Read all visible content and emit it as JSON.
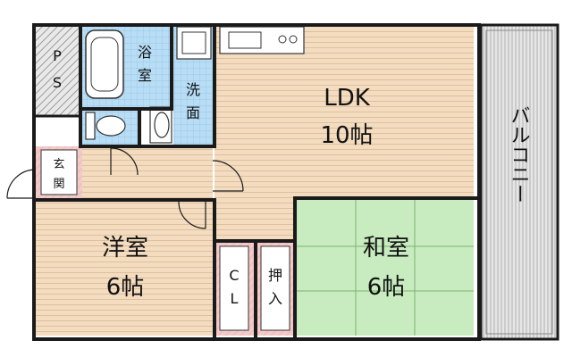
{
  "rooms": {
    "ps": {
      "label_1": "P",
      "label_2": "S"
    },
    "bath": {
      "label_1": "浴",
      "label_2": "室"
    },
    "washroom": {
      "label_1": "洗",
      "label_2": "面"
    },
    "ldk": {
      "name": "LDK",
      "size": "10帖"
    },
    "balcony": {
      "label": "バルコニー"
    },
    "entrance": {
      "label_1": "玄",
      "label_2": "関"
    },
    "western_room": {
      "name": "洋室",
      "size": "6帖"
    },
    "closet": {
      "label_1": "C",
      "label_2": "L"
    },
    "oshiire": {
      "label_1": "押",
      "label_2": "入"
    },
    "japanese_room": {
      "name": "和室",
      "size": "6帖"
    }
  },
  "colors": {
    "wall": "#1a1a1a",
    "ldk_floor": "#f3dcc0",
    "western_floor": "#f3dcc0",
    "tatami": "#c8ecc0",
    "wet_area": "#b8ddf4",
    "storage": "#f3c9c9",
    "hatch": "#9a9a9a"
  }
}
